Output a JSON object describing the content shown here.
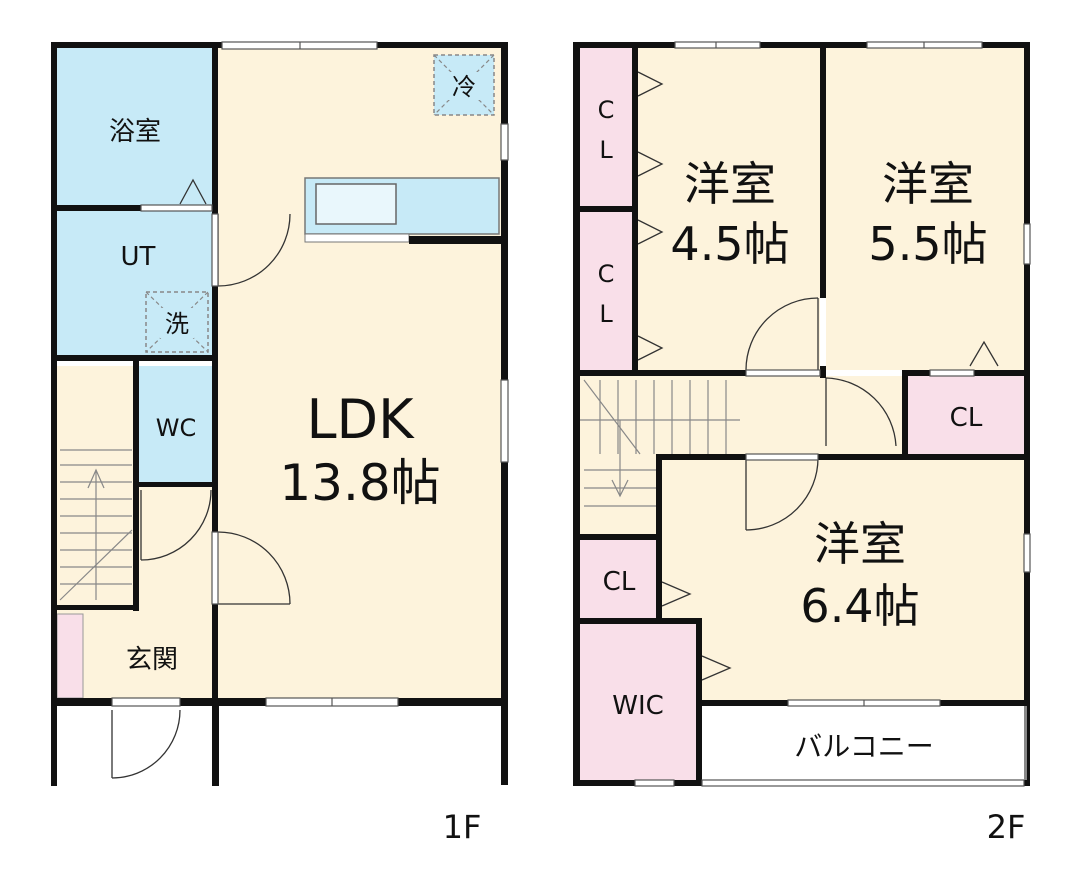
{
  "colors": {
    "wall": "#111111",
    "wet": "#c7eaf7",
    "living": "#fdf3dc",
    "storage": "#f9dfe9",
    "outdoor": "#ffffff",
    "fixture": "#9a9a9a"
  },
  "floor1": {
    "floor_label": "1F",
    "rooms": {
      "bath": "浴室",
      "utility": "UT",
      "toilet": "WC",
      "ldk_name": "LDK",
      "ldk_size": "13.8帖",
      "entrance": "玄関"
    },
    "fixtures": {
      "fridge": "冷",
      "washer": "洗"
    }
  },
  "floor2": {
    "floor_label": "2F",
    "rooms": {
      "bedroom_a_name": "洋室",
      "bedroom_a_size": "4.5帖",
      "bedroom_b_name": "洋室",
      "bedroom_b_size": "5.5帖",
      "bedroom_c_name": "洋室",
      "bedroom_c_size": "6.4帖",
      "closet_upper_1": "C",
      "closet_upper_2": "L",
      "closet_lower_1": "C",
      "closet_lower_2": "L",
      "closet_right": "CL",
      "closet_small": "CL",
      "walk_in": "WIC",
      "balcony": "バルコニー"
    }
  }
}
